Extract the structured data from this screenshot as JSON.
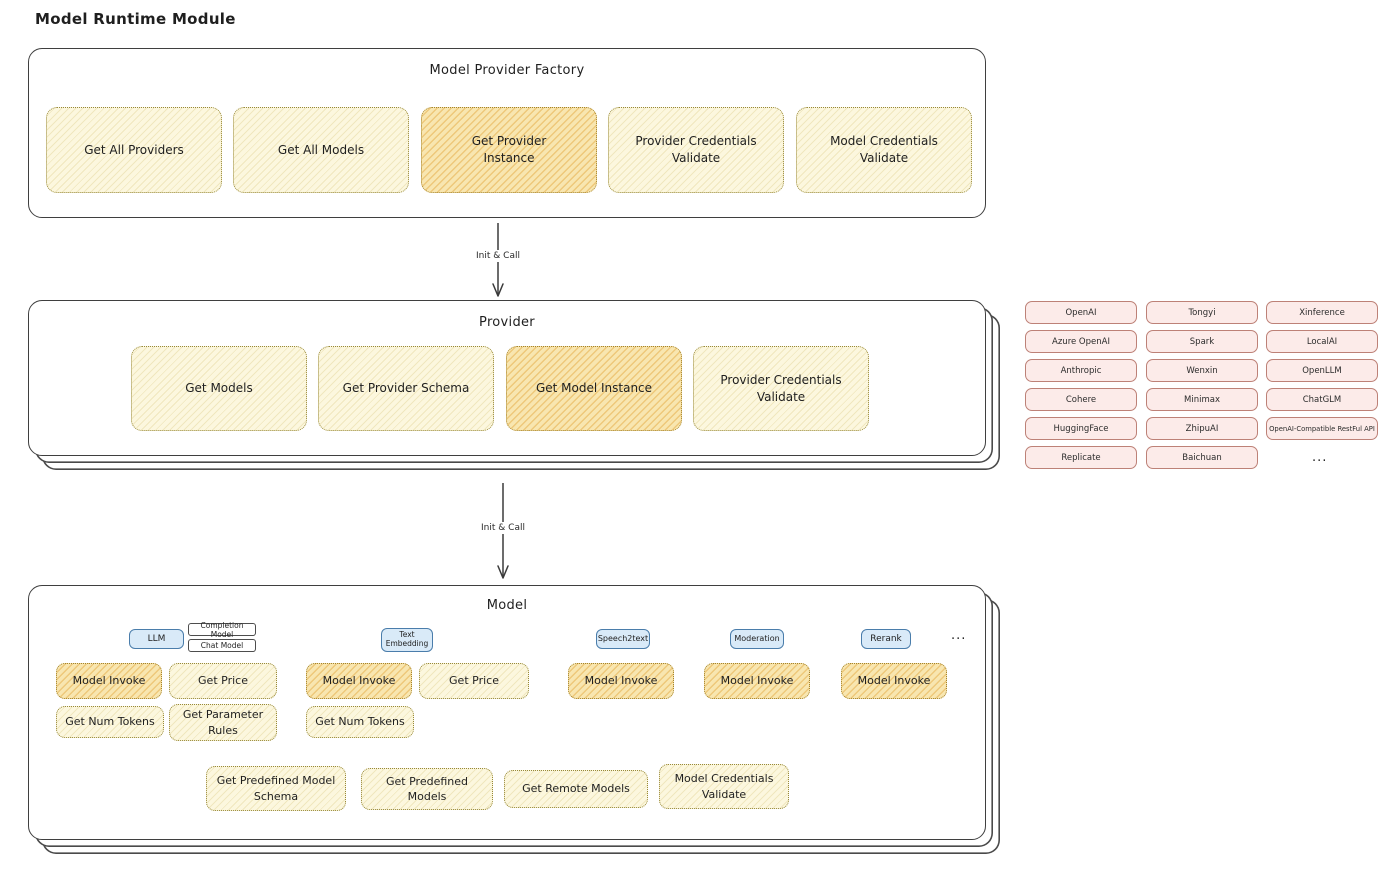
{
  "title": "Model Runtime Module",
  "palette": {
    "frame_border": "#3f3f3f",
    "yellow_node_bg": "#fcf7de",
    "yellow_node_border": "#97893a",
    "highlight_node_bg": "#f8e6b0",
    "highlight_node_border": "#a3842e",
    "vendor_pill_bg": "#fcebe9",
    "vendor_pill_border": "#bd8177",
    "tab_bg": "#d9eaf8",
    "tab_border": "#4a7dab"
  },
  "arrows": {
    "label1": "Init & Call",
    "label2": "Init & Call"
  },
  "factory": {
    "title": "Model Provider Factory",
    "items": [
      {
        "label": "Get All Providers",
        "highlighted": false
      },
      {
        "label": "Get All Models",
        "highlighted": false
      },
      {
        "label": "Get Provider Instance",
        "highlighted": true
      },
      {
        "label": "Provider Credentials Validate",
        "highlighted": false
      },
      {
        "label": "Model Credentials Validate",
        "highlighted": false
      }
    ]
  },
  "provider": {
    "title": "Provider",
    "items": [
      {
        "label": "Get Models",
        "highlighted": false
      },
      {
        "label": "Get Provider Schema",
        "highlighted": false
      },
      {
        "label": "Get Model Instance",
        "highlighted": true
      },
      {
        "label": "Provider Credentials Validate",
        "highlighted": false
      }
    ]
  },
  "vendors": {
    "col1": [
      "OpenAI",
      "Azure OpenAI",
      "Anthropic",
      "Cohere",
      "HuggingFace",
      "Replicate"
    ],
    "col2": [
      "Tongyi",
      "Spark",
      "Wenxin",
      "Minimax",
      "ZhipuAI",
      "Baichuan"
    ],
    "col3": [
      "Xinference",
      "LocalAI",
      "OpenLLM",
      "ChatGLM",
      "OpenAI-Compatible RestFul API"
    ],
    "more": "..."
  },
  "model": {
    "title": "Model",
    "tabs": {
      "llm": "LLM",
      "completion_model": "Completion Model",
      "chat_model": "Chat Model",
      "text_embedding": "Text Embedding",
      "speech2text": "Speech2text",
      "moderation": "Moderation",
      "rerank": "Rerank",
      "more": "..."
    },
    "ops": {
      "model_invoke": "Model Invoke",
      "get_price": "Get Price",
      "get_num_tokens": "Get Num Tokens",
      "get_parameter_rules": "Get Parameter Rules",
      "get_predefined_model_schema": "Get Predefined Model Schema",
      "get_predefined_models": "Get Predefined Models",
      "get_remote_models": "Get Remote Models",
      "model_credentials_validate": "Model Credentials Validate"
    }
  }
}
